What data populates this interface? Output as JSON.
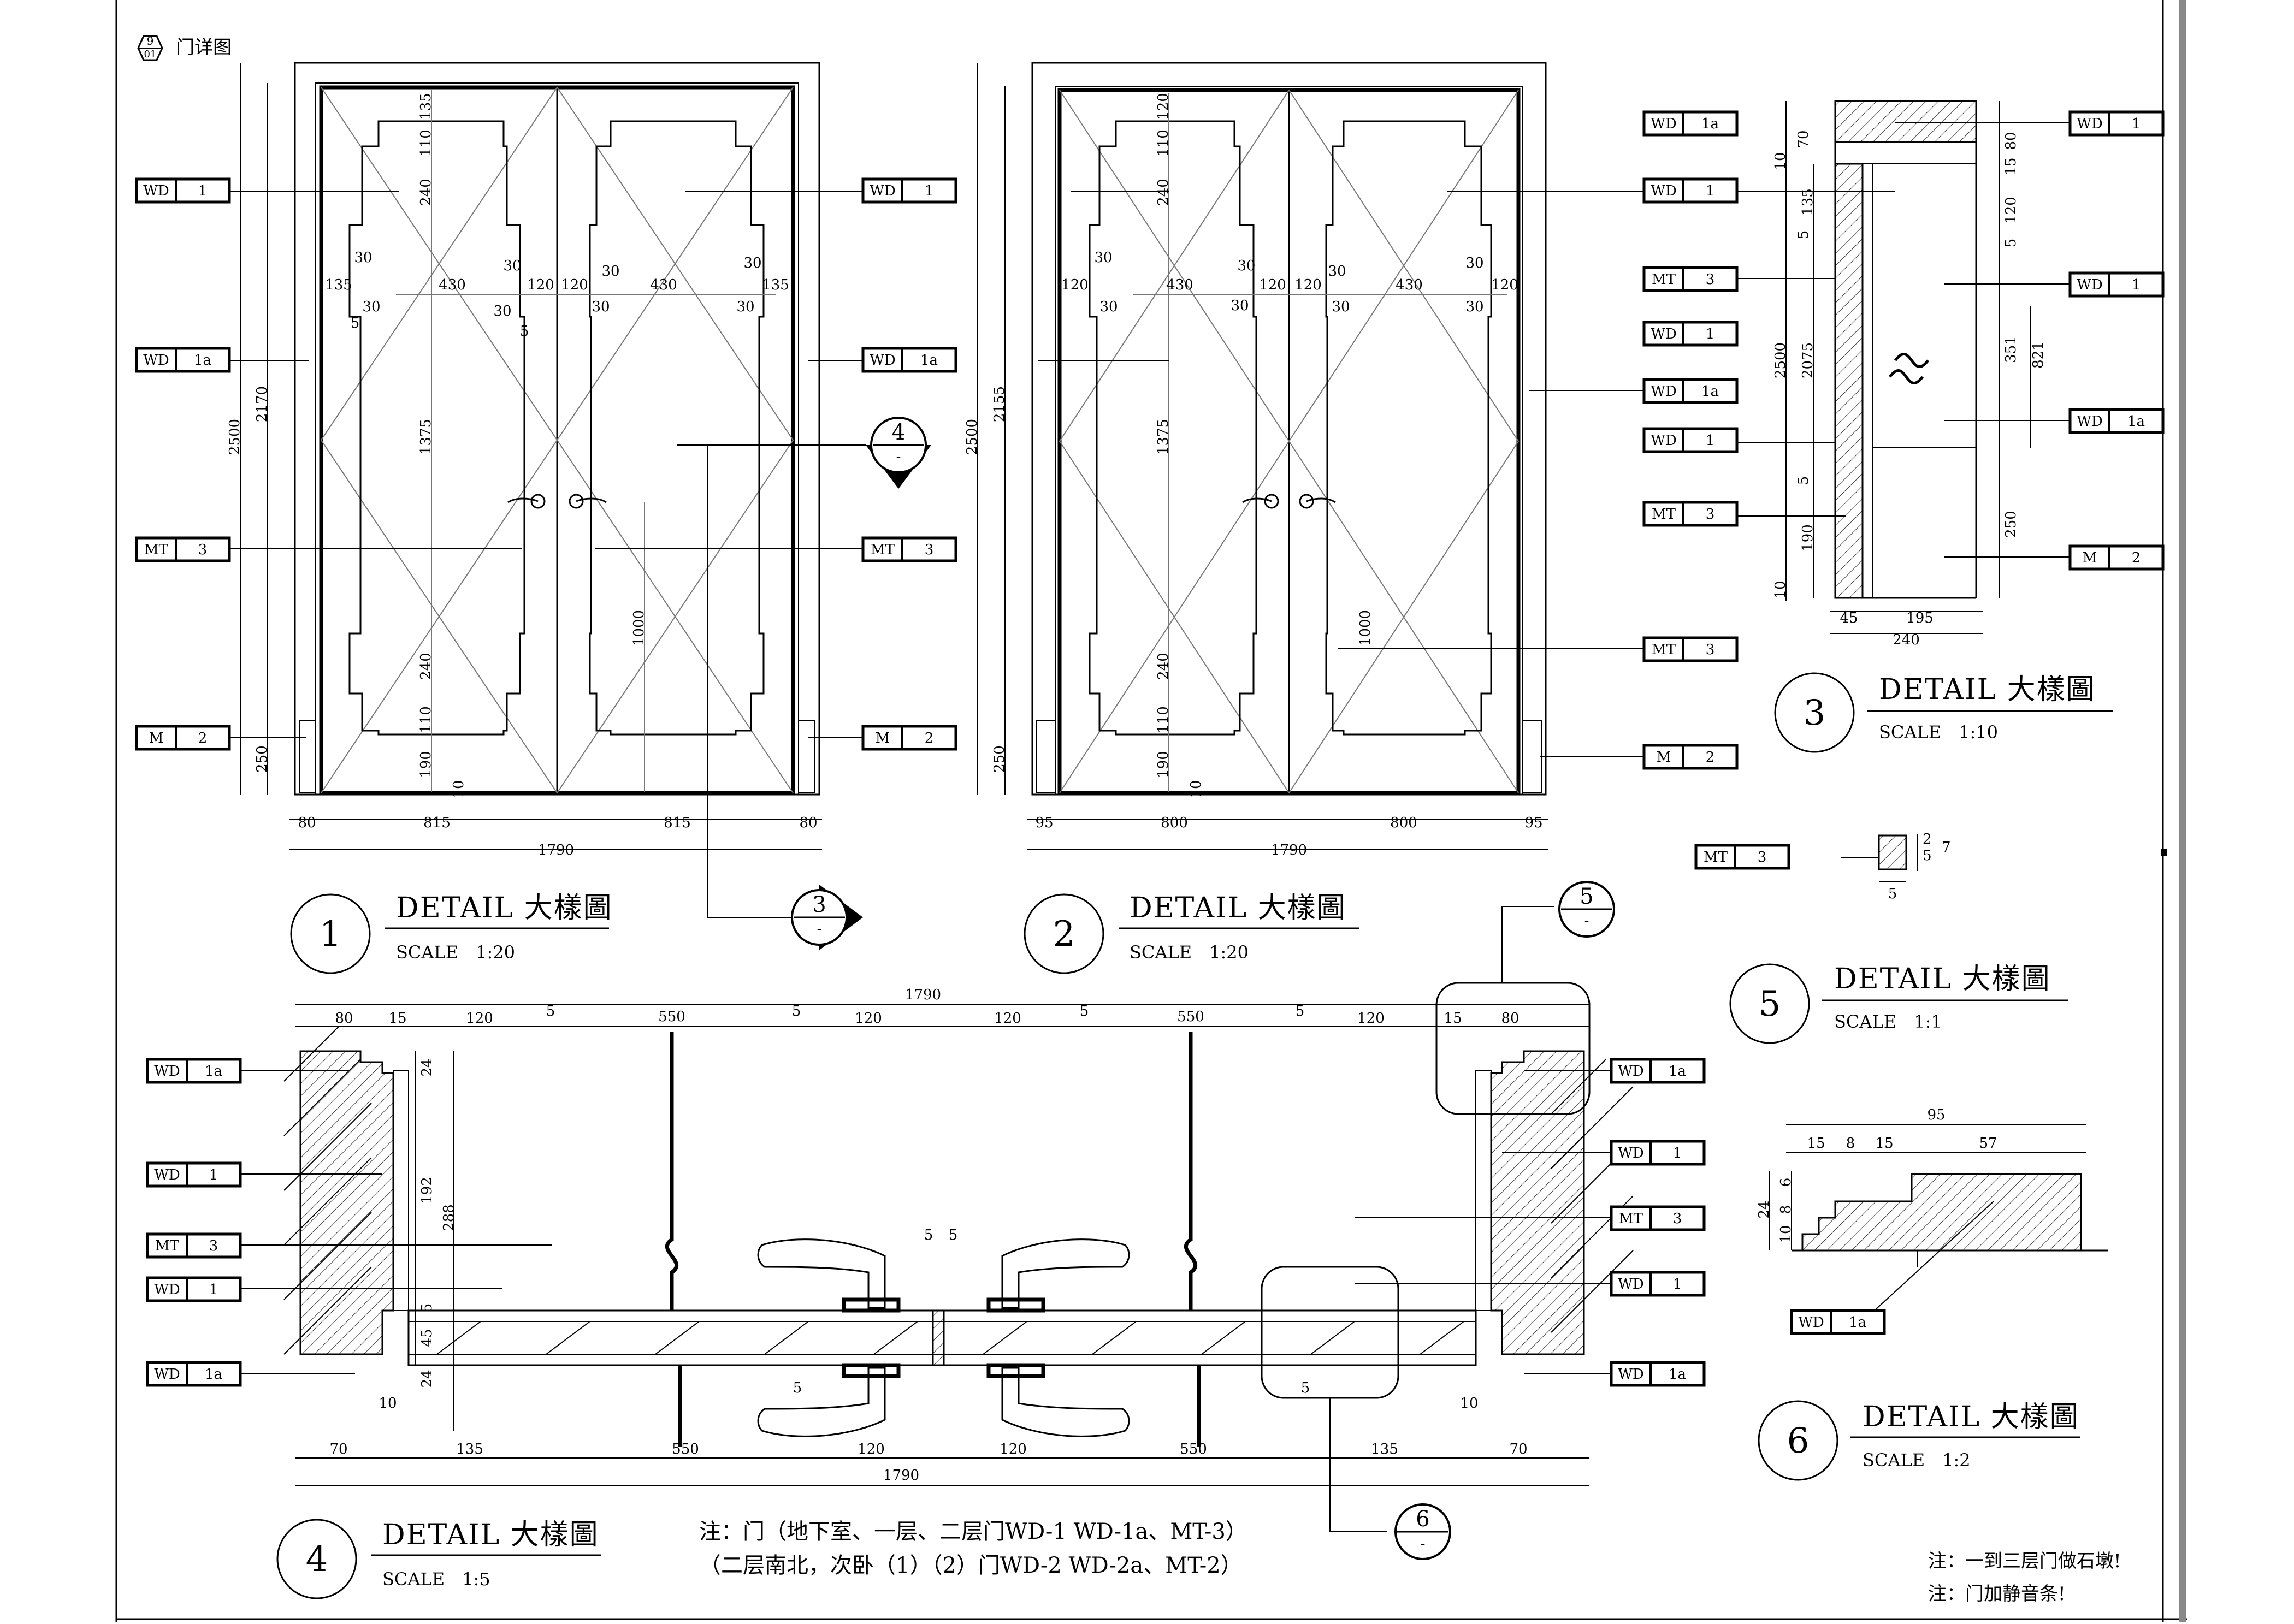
{
  "sheet": {
    "mark": {
      "top": "9",
      "bottom": "01"
    },
    "title": "门详图",
    "notes": [
      "注：一到三层门做石墩!",
      "注：门加静音条!"
    ],
    "door_note": [
      "注：门（地下室、一层、二层门WD-1 WD-1a、MT-3）",
      "（二层南北，次卧（1）（2）门WD-2 WD-2a、MT-2）"
    ]
  },
  "details": [
    {
      "id": "d1",
      "number": "1",
      "title": "DETAIL 大樣圖",
      "scale": "SCALE　1:20"
    },
    {
      "id": "d2",
      "number": "2",
      "title": "DETAIL 大樣圖",
      "scale": "SCALE　1:20"
    },
    {
      "id": "d3",
      "number": "3",
      "title": "DETAIL 大樣圖",
      "scale": "SCALE　1:10"
    },
    {
      "id": "d4",
      "number": "4",
      "title": "DETAIL 大樣圖",
      "scale": "SCALE　1:5"
    },
    {
      "id": "d5",
      "number": "5",
      "title": "DETAIL 大樣圖",
      "scale": "SCALE　1:1"
    },
    {
      "id": "d6",
      "number": "6",
      "title": "DETAIL 大樣圖",
      "scale": "SCALE　1:2"
    }
  ],
  "section_marks": [
    {
      "id": "m4",
      "top": "4",
      "bottom": "-"
    },
    {
      "id": "m3",
      "top": "3",
      "bottom": "-"
    },
    {
      "id": "m5",
      "top": "5",
      "bottom": "-"
    },
    {
      "id": "m6",
      "top": "6",
      "bottom": "-"
    }
  ],
  "tags": [
    {
      "code": "WD",
      "num": "1"
    },
    {
      "code": "WD",
      "num": "1a"
    },
    {
      "code": "MT",
      "num": "3"
    },
    {
      "code": "M",
      "num": "2"
    },
    {
      "code": "WD",
      "num": "1"
    },
    {
      "code": "WD",
      "num": "1a"
    },
    {
      "code": "MT",
      "num": "3"
    },
    {
      "code": "M",
      "num": "2"
    },
    {
      "code": "WD",
      "num": "1"
    },
    {
      "code": "MT",
      "num": "3"
    },
    {
      "code": "WD",
      "num": "1"
    },
    {
      "code": "WD",
      "num": "1a"
    },
    {
      "code": "WD",
      "num": "1"
    },
    {
      "code": "MT",
      "num": "3"
    },
    {
      "code": "MT",
      "num": "3"
    },
    {
      "code": "M",
      "num": "2"
    },
    {
      "code": "WD",
      "num": "1a"
    },
    {
      "code": "WD",
      "num": "1"
    },
    {
      "code": "WD",
      "num": "1"
    },
    {
      "code": "M",
      "num": "2"
    },
    {
      "code": "MT",
      "num": "3"
    },
    {
      "code": "WD",
      "num": "1a"
    },
    {
      "code": "WD",
      "num": "1"
    },
    {
      "code": "MT",
      "num": "3"
    },
    {
      "code": "WD",
      "num": "1"
    },
    {
      "code": "WD",
      "num": "1a"
    },
    {
      "code": "WD",
      "num": "1a"
    },
    {
      "code": "WD",
      "num": "1"
    },
    {
      "code": "MT",
      "num": "3"
    },
    {
      "code": "WD",
      "num": "1"
    },
    {
      "code": "WD",
      "num": "1a"
    },
    {
      "code": "WD",
      "num": "1a"
    },
    {
      "code": "WD",
      "num": "1a"
    }
  ],
  "dims": {
    "e1": [
      "80",
      "815",
      "815",
      "80",
      "1790",
      "2500",
      "2170",
      "250",
      "135",
      "110",
      "240",
      "1375",
      "1000",
      "240",
      "110",
      "190",
      "10",
      "135",
      "430",
      "120",
      "120",
      "430",
      "135",
      "30",
      "30",
      "30",
      "30",
      "30",
      "30",
      "30",
      "30",
      "5",
      "5"
    ],
    "e2": [
      "95",
      "800",
      "800",
      "95",
      "1790",
      "2500",
      "2155",
      "250",
      "120",
      "110",
      "240",
      "1375",
      "1000",
      "240",
      "110",
      "190",
      "10",
      "120",
      "430",
      "120",
      "120",
      "430",
      "120",
      "30",
      "30",
      "30",
      "30",
      "30",
      "30",
      "30",
      "30"
    ],
    "s3": [
      "70",
      "10",
      "135",
      "5",
      "2500",
      "2075",
      "5",
      "190",
      "10",
      "80",
      "15",
      "120",
      "5",
      "351",
      "821",
      "250",
      "45",
      "195",
      "240"
    ],
    "s4": [
      "1790",
      "80",
      "15",
      "120",
      "5",
      "550",
      "5",
      "120",
      "120",
      "5",
      "550",
      "5",
      "120",
      "15",
      "80",
      "24",
      "192",
      "288",
      "5",
      "45",
      "24",
      "5",
      "5",
      "5",
      "5",
      "10",
      "10",
      "70",
      "135",
      "550",
      "120",
      "120",
      "550",
      "135",
      "70",
      "1790"
    ],
    "s5": [
      "2",
      "5",
      "7",
      "5"
    ],
    "s6": [
      "95",
      "15",
      "8",
      "15",
      "57",
      "24",
      "6",
      "8",
      "10"
    ]
  }
}
